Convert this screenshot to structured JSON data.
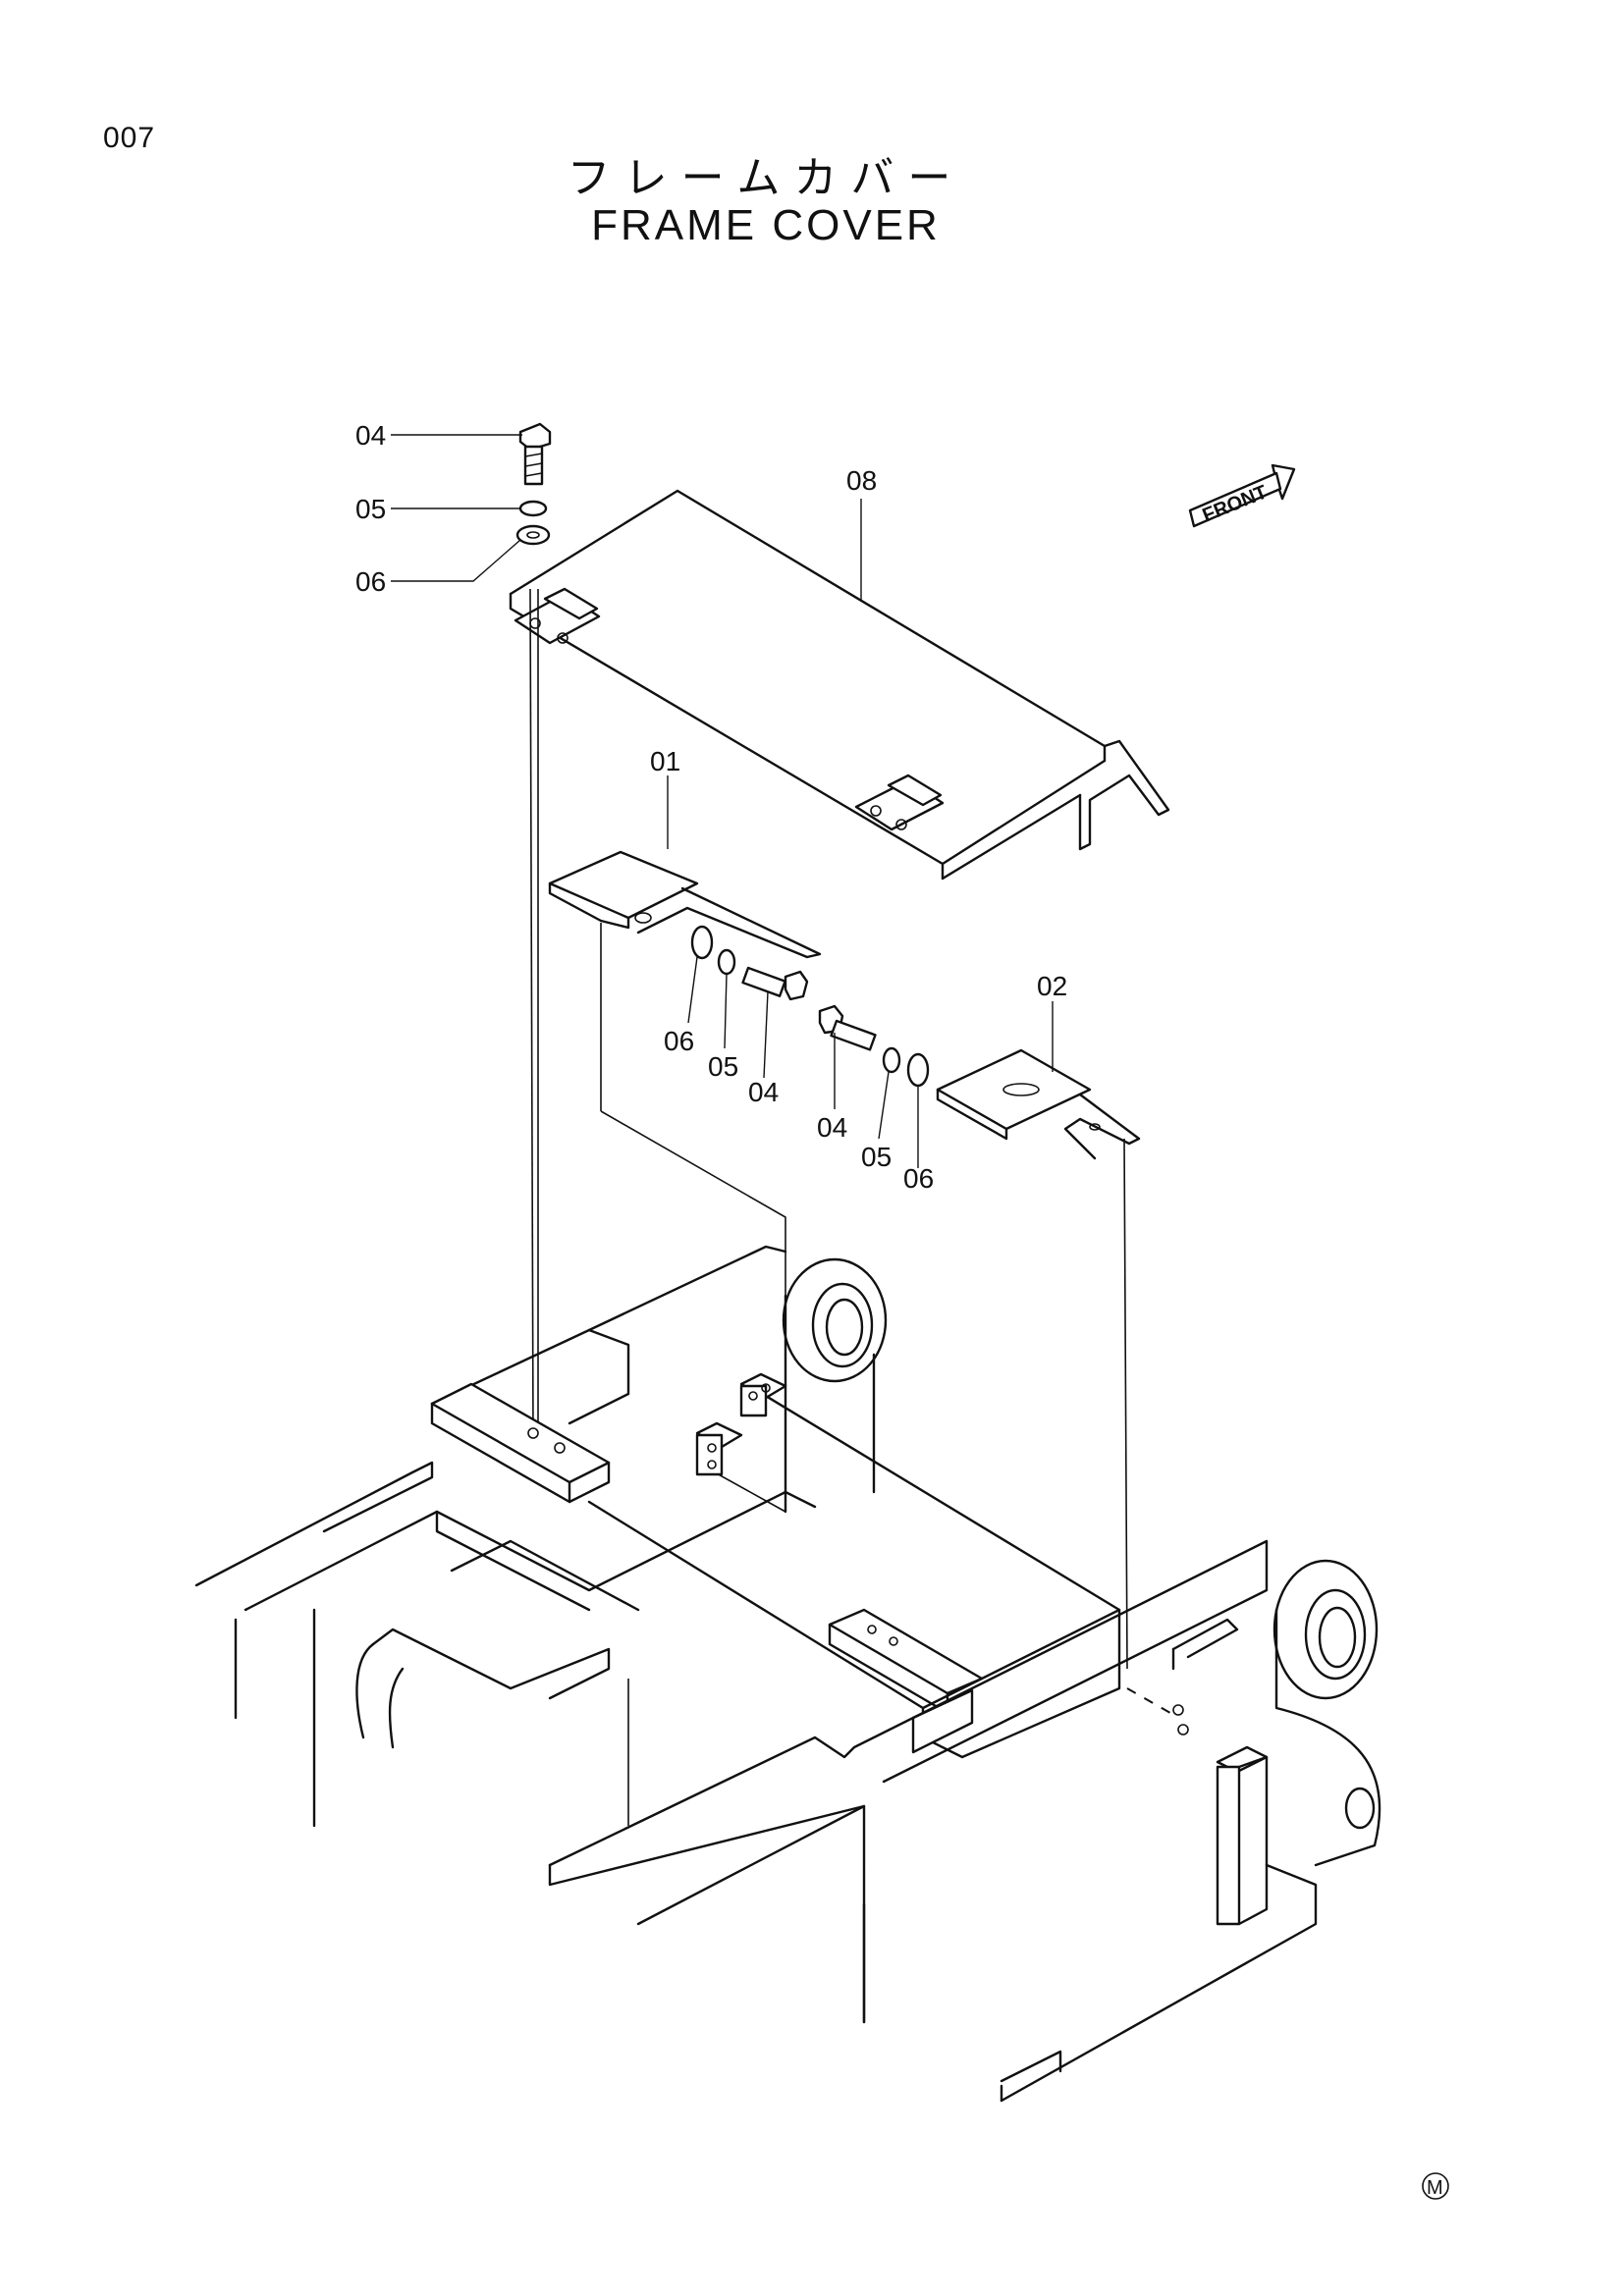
{
  "page_number": "007",
  "title_jp": "フレームカバー",
  "title_en": "FRAME COVER",
  "front_label": "FRONT",
  "mark_symbol": "M",
  "callouts": {
    "top_04": "04",
    "top_05": "05",
    "top_06": "06",
    "cover_08": "08",
    "bracket_01": "01",
    "bracket_02": "02",
    "left_06": "06",
    "left_05": "05",
    "left_04": "04",
    "right_04": "04",
    "right_05": "05",
    "right_06": "06"
  }
}
